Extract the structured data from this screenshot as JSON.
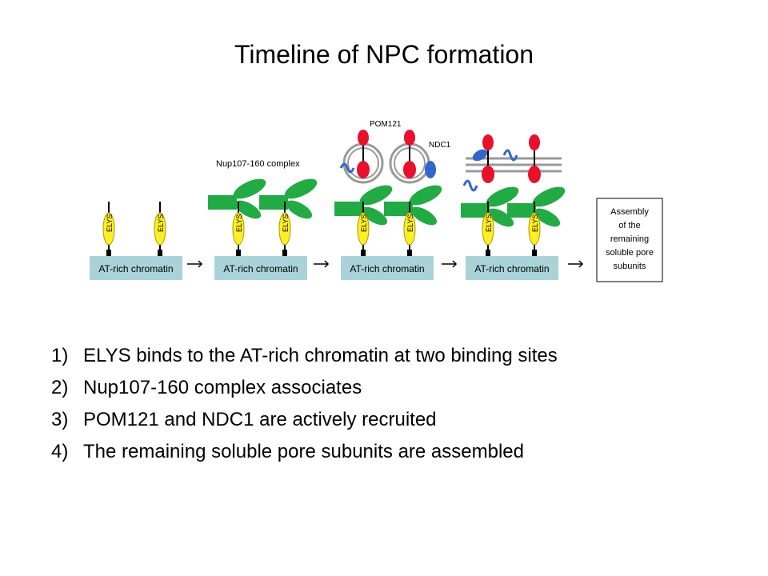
{
  "title": "Timeline of NPC formation",
  "diagram": {
    "chromatin_label": "AT-rich chromatin",
    "elys_label": "ELYS",
    "nup_label": "Nup107-160 complex",
    "pom_label": "POM121",
    "ndc_label": "NDC1",
    "assembly_box": [
      "Assembly",
      "of the",
      "remaining",
      "soluble pore",
      "subunits"
    ],
    "colors": {
      "chromatin": "#a9d3d8",
      "elys": "#ffee22",
      "nup": "#22aa44",
      "pom": "#e8102a",
      "ndc": "#3366cc",
      "membrane": "#9a9a9a"
    }
  },
  "steps": [
    {
      "num": "1)",
      "text": "ELYS binds to the AT-rich chromatin at two binding sites"
    },
    {
      "num": "2)",
      "text": "Nup107-160 complex associates"
    },
    {
      "num": "3)",
      "text": "POM121 and NDC1 are actively recruited"
    },
    {
      "num": "4)",
      "text": "The remaining soluble pore subunits are assembled"
    }
  ]
}
